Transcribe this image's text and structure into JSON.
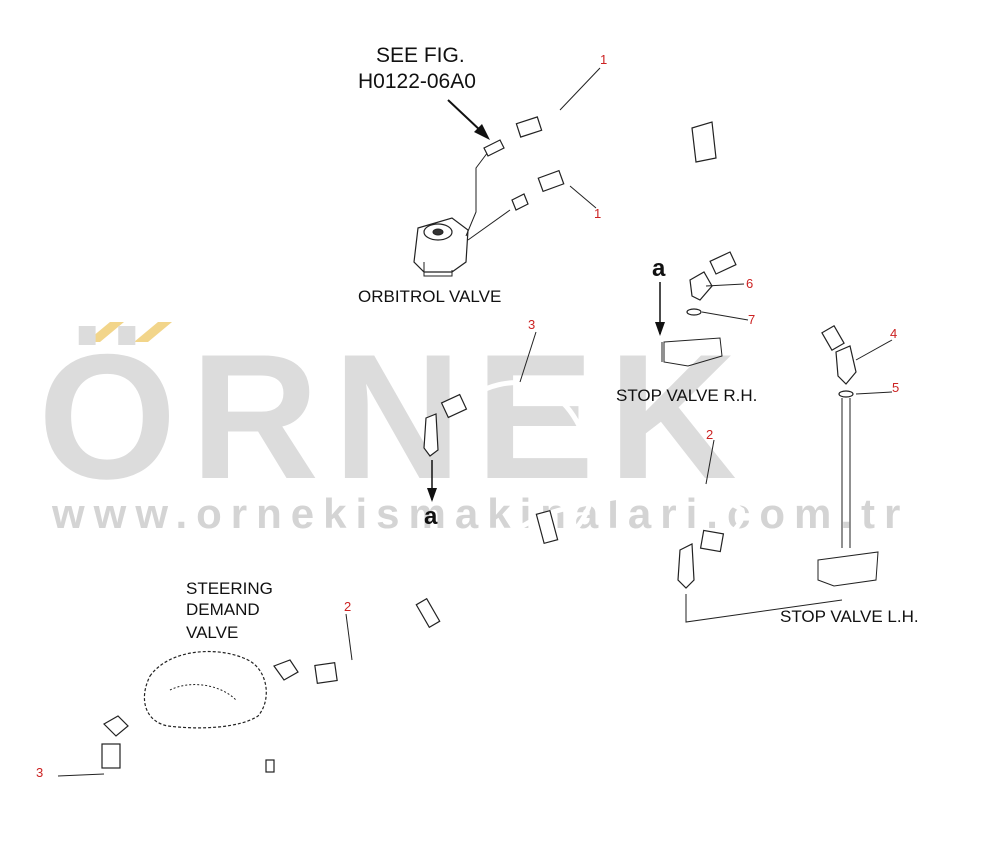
{
  "watermark": {
    "brand": "ÖRNEK",
    "url": "www.ornekismakinalari.com.tr",
    "accent_color": "#f2d58a"
  },
  "labels": {
    "see_fig_line1": "SEE FIG.",
    "see_fig_line2": "H0122-06A0",
    "orbitrol_valve": "ORBITROL VALVE",
    "stop_valve_rh": "STOP VALVE R.H.",
    "stop_valve_lh": "STOP VALVE L.H.",
    "steering_line1": "STEERING",
    "steering_line2": "DEMAND",
    "steering_line3": "VALVE",
    "view_a_top": "a",
    "view_a_bottom": "a"
  },
  "callouts": {
    "c1_top": "1",
    "c1_mid": "1",
    "c2_right": "2",
    "c2_left": "2",
    "c3_top": "3",
    "c3_left": "3",
    "c4": "4",
    "c5": "5",
    "c6": "6",
    "c7": "7"
  },
  "colors": {
    "callout": "#cc2222",
    "line": "#222222"
  }
}
